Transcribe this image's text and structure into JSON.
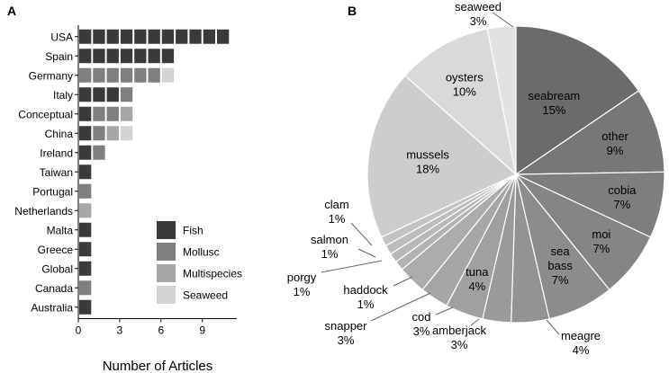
{
  "panels": {
    "a_label": "A",
    "b_label": "B"
  },
  "colors": {
    "fish": "#3a3a3a",
    "mollusc": "#7f7f7f",
    "multispecies": "#a6a6a6",
    "seaweed": "#d3d3d3"
  },
  "chart_data": [
    {
      "type": "bar",
      "orientation": "horizontal",
      "stacked": true,
      "xlabel": "Number of Articles",
      "xlim": [
        0,
        11.5
      ],
      "xticks": [
        0,
        3,
        6,
        9
      ],
      "categories": [
        "USA",
        "Spain",
        "Germany",
        "Italy",
        "Conceptual",
        "China",
        "Ireland",
        "Taiwan",
        "Portugal",
        "Netherlands",
        "Malta",
        "Greece",
        "Global",
        "Canada",
        "Australia"
      ],
      "series": [
        {
          "name": "Fish",
          "color": "#3a3a3a",
          "values": [
            11,
            7,
            0,
            3,
            1,
            1,
            1,
            1,
            0,
            0,
            1,
            1,
            1,
            0,
            1
          ]
        },
        {
          "name": "Mollusc",
          "color": "#7f7f7f",
          "values": [
            0,
            0,
            6,
            1,
            2,
            1,
            1,
            0,
            1,
            0,
            0,
            0,
            0,
            1,
            0
          ]
        },
        {
          "name": "Multispecies",
          "color": "#a6a6a6",
          "values": [
            0,
            0,
            0,
            0,
            1,
            1,
            0,
            0,
            0,
            1,
            0,
            0,
            0,
            0,
            0
          ]
        },
        {
          "name": "Seaweed",
          "color": "#d3d3d3",
          "values": [
            0,
            0,
            1,
            0,
            0,
            1,
            0,
            0,
            0,
            0,
            0,
            0,
            0,
            0,
            0
          ]
        }
      ],
      "legend": {
        "position": "bottom-right"
      }
    },
    {
      "type": "pie",
      "start": "top",
      "direction": "clockwise",
      "slices": [
        {
          "label": "seabream",
          "pct": 15,
          "pct_label": "15%",
          "color": "#6b6b6b"
        },
        {
          "label": "other",
          "pct": 9,
          "pct_label": "9%",
          "color": "#777777"
        },
        {
          "label": "cobia",
          "pct": 7,
          "pct_label": "7%",
          "color": "#7e7e7e"
        },
        {
          "label": "moi",
          "pct": 7,
          "pct_label": "7%",
          "color": "#858585"
        },
        {
          "label": "sea\nbass",
          "pct": 7,
          "pct_label": "7%",
          "color": "#8c8c8c"
        },
        {
          "label": "meagre",
          "pct": 4,
          "pct_label": "4%",
          "color": "#939393"
        },
        {
          "label": "amberjack",
          "pct": 3,
          "pct_label": "3%",
          "color": "#9a9a9a"
        },
        {
          "label": "tuna",
          "pct": 4,
          "pct_label": "4%",
          "color": "#a0a0a0"
        },
        {
          "label": "cod",
          "pct": 3,
          "pct_label": "3%",
          "color": "#a6a6a6"
        },
        {
          "label": "snapper",
          "pct": 3,
          "pct_label": "3%",
          "color": "#acacac"
        },
        {
          "label": "haddock",
          "pct": 1,
          "pct_label": "1%",
          "color": "#b3b3b3"
        },
        {
          "label": "porgy",
          "pct": 1,
          "pct_label": "1%",
          "color": "#b8b8b8"
        },
        {
          "label": "salmon",
          "pct": 1,
          "pct_label": "1%",
          "color": "#bdbdbd"
        },
        {
          "label": "clam",
          "pct": 1,
          "pct_label": "1%",
          "color": "#c3c3c3"
        },
        {
          "label": "mussels",
          "pct": 18,
          "pct_label": "18%",
          "color": "#cdcdcd"
        },
        {
          "label": "oysters",
          "pct": 10,
          "pct_label": "10%",
          "color": "#d9d9d9"
        },
        {
          "label": "seaweed",
          "pct": 3,
          "pct_label": "3%",
          "color": "#e2e2e2"
        }
      ]
    }
  ]
}
